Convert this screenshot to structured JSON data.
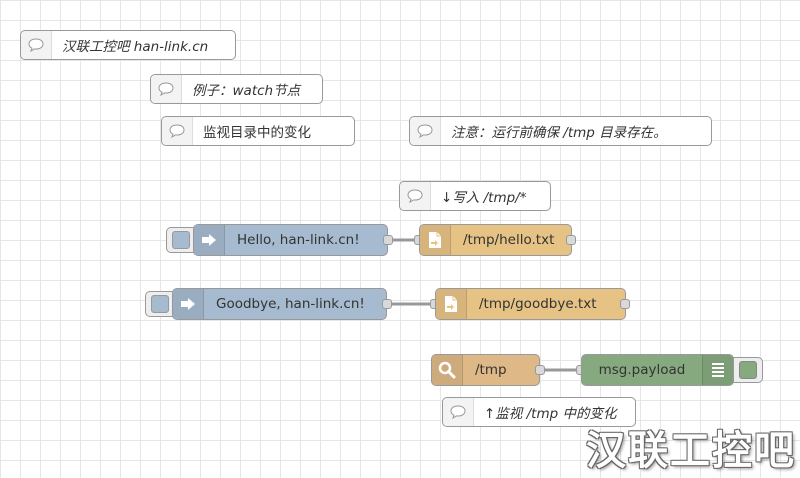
{
  "comments": [
    {
      "id": "c1",
      "text": "汉联工控吧 han-link.cn"
    },
    {
      "id": "c2",
      "text": "例子：watch节点"
    },
    {
      "id": "c3",
      "text": "监视目录中的变化"
    },
    {
      "id": "c4",
      "text": "注意：运行前确保 /tmp 目录存在。"
    },
    {
      "id": "c5",
      "text": "↓写入 /tmp/*"
    },
    {
      "id": "c6",
      "text": "↑监视 /tmp 中的变化"
    }
  ],
  "nodes": {
    "inject1": {
      "label": "Hello, han-link.cn!",
      "type": "inject"
    },
    "file1": {
      "label": "/tmp/hello.txt",
      "type": "file"
    },
    "inject2": {
      "label": "Goodbye, han-link.cn!",
      "type": "inject"
    },
    "file2": {
      "label": "/tmp/goodbye.txt",
      "type": "file"
    },
    "watch1": {
      "label": "/tmp",
      "type": "watch"
    },
    "debug1": {
      "label": "msg.payload",
      "type": "debug"
    }
  },
  "colors": {
    "inject": "#a6bbcf",
    "file": "#e7c285",
    "watch": "#deb887",
    "debug": "#87a980",
    "wire": "#999999"
  },
  "icons": {
    "comment": "comment-bubble-icon",
    "inject": "arrow-right-icon",
    "file": "file-write-icon",
    "watch": "magnifier-icon",
    "debug": "list-lines-icon"
  },
  "watermark": "汉联工控吧"
}
